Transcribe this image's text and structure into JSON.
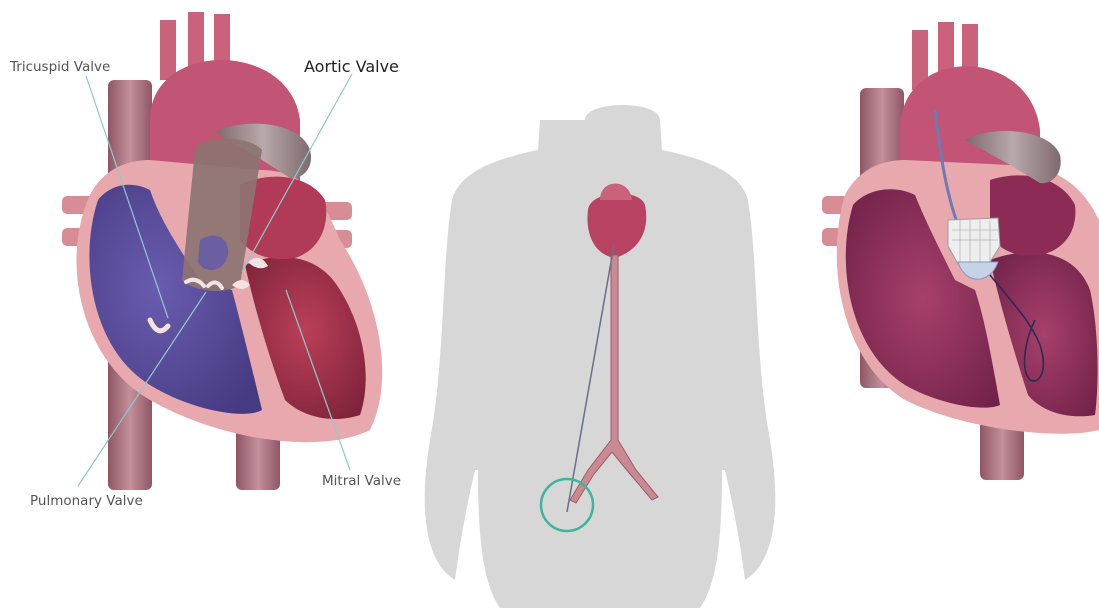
{
  "labels": {
    "tricuspid": "Tricuspid Valve",
    "aortic": "Aortic Valve",
    "pulmonary": "Pulmonary Valve",
    "mitral": "Mitral Valve"
  },
  "colors": {
    "right_heart": "#5b4c9c",
    "left_heart": "#a4324c",
    "heart_wall": "#e7a9ad",
    "vessel": "#b3727f",
    "silhouette": "#d7d7d7",
    "marker_circle": "#3bb59b",
    "leader_line": "#8fc9cc",
    "label_text": "#555555"
  },
  "icons": {
    "left_panel": "heart-cross-section-icon",
    "center_panel": "body-silhouette-catheter-route-icon",
    "right_panel": "heart-valve-implant-icon"
  }
}
